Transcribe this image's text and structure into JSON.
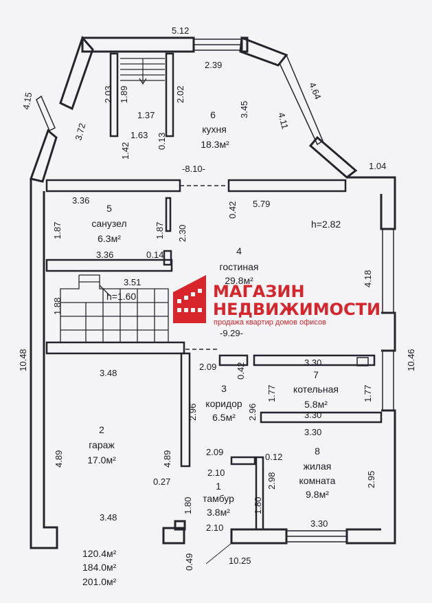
{
  "rooms": [
    {
      "number": "6",
      "name": "кухня",
      "area": "18.3м²"
    },
    {
      "number": "5",
      "name": "санузел",
      "area": "6.3м²"
    },
    {
      "number": "4",
      "name": "гостиная",
      "area": "29.8м²"
    },
    {
      "number": "7",
      "name": "котельная",
      "area": "5.8м²"
    },
    {
      "number": "3",
      "name": "коридор",
      "area": "6.5м²"
    },
    {
      "number": "2",
      "name": "гараж",
      "area": "17.0м²"
    },
    {
      "number": "8",
      "name": "жилая",
      "name2": "комната",
      "area": "9.8м²"
    },
    {
      "number": "1",
      "name": "тамбур",
      "area": "3.8м²"
    }
  ],
  "ceiling_height": "h=2.82",
  "stair_height": "h=1.60",
  "totals": [
    "120.4м²",
    "184.0м²",
    "201.0м²"
  ],
  "dims": {
    "top_512": "5.12",
    "d239": "2.39",
    "d415": "4.15",
    "d464": "4.64",
    "d372": "3.72",
    "d203": "2.03",
    "d189": "1.89",
    "d202": "2.02",
    "d137": "1.37",
    "d345": "3.45",
    "d411": "4.11",
    "d163": "1.63",
    "d013": "0.13",
    "d142": "1.42",
    "d810": "-8.10-",
    "d104": "1.04",
    "d336a": "3.36",
    "d042a": "0.42",
    "d579": "5.79",
    "d187a": "1.87",
    "d187b": "1.87",
    "d230": "2.30",
    "d336b": "3.36",
    "d014": "0.14",
    "d418": "4.18",
    "d351": "3.51",
    "d188": "1.88",
    "d1048": "10.48",
    "d929": "-9.29-",
    "d1046": "10.46",
    "d348a": "3.48",
    "d209a": "2.09",
    "d042b": "0.42",
    "d330a": "3.30",
    "d177a": "1.77",
    "d177b": "1.77",
    "d296a": "2.96",
    "d296b": "2.96",
    "d330b": "3.30",
    "d330c": "3.30",
    "d489a": "4.89",
    "d489b": "4.89",
    "d209b": "2.09",
    "d012": "0.12",
    "d210a": "2.10",
    "d298": "2.98",
    "d295": "2.95",
    "d027": "0.27",
    "d180a": "1.80",
    "d180b": "1.80",
    "d348b": "3.48",
    "d210b": "2.10",
    "d330d": "3.30",
    "d049": "0.49",
    "d1025": "10.25"
  },
  "logo": {
    "title1": "МАГАЗИН",
    "title2": "НЕДВИЖИМОСТИ",
    "subtitle": "продажа квартир домов офисов"
  },
  "colors": {
    "walls": "#24242c",
    "logo_red": "#d8242b",
    "paper": "#f4f3f6"
  }
}
